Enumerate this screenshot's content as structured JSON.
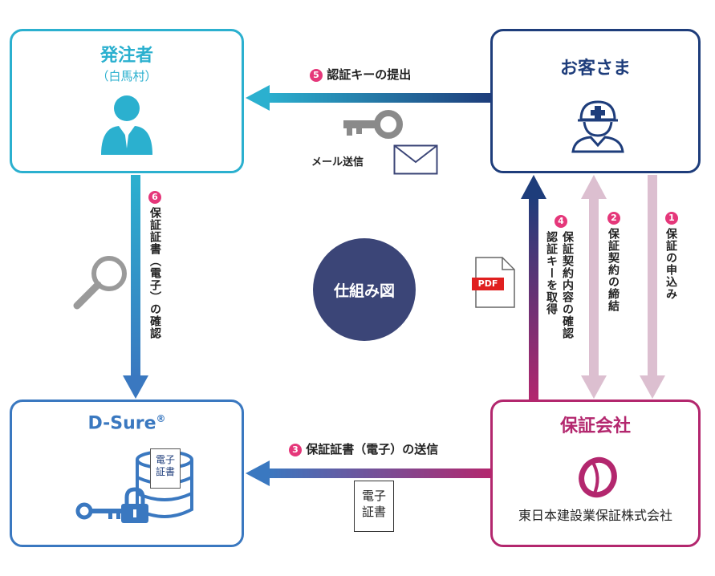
{
  "center": {
    "label": "仕組み図"
  },
  "boxes": {
    "hatchu": {
      "title": "発注者",
      "subtitle": "（白馬村）"
    },
    "kyaku": {
      "title": "お客さま"
    },
    "dsure": {
      "title": "D-Sure",
      "registered": "®",
      "doc_line1": "電子",
      "doc_line2": "証書"
    },
    "hosho": {
      "title": "保証会社",
      "company_name": "東日本建設業保証株式会社"
    }
  },
  "steps": {
    "s1": {
      "num": "1",
      "label": "保証の申込み"
    },
    "s2": {
      "num": "2",
      "label": "保証契約の締結"
    },
    "s3": {
      "num": "3",
      "label": "保証証書（電子）の送信"
    },
    "s4": {
      "num": "4",
      "label_col1": "保証契約内容の確認",
      "label_col2": "認証キーを取得"
    },
    "s5": {
      "num": "5",
      "label": "認証キーの提出"
    },
    "s6": {
      "num": "6",
      "label": "保証証書（電子）の確認"
    }
  },
  "annotations": {
    "mail": "メール送信",
    "pdf": "PDF",
    "doc_line1": "電子",
    "doc_line2": "証書"
  },
  "colors": {
    "hatchu": "#2bb0cf",
    "kyaku": "#1e3d7b",
    "dsure": "#3a78c0",
    "hosho": "#b3276e",
    "badge": "#e5377a",
    "center": "#3b4577",
    "light_arrow": "#dcbfd0"
  },
  "icons": [
    "person-icon",
    "worker-helmet-icon",
    "key-icon",
    "envelope-icon",
    "magnifier-icon",
    "pdf-file-icon",
    "database-icon",
    "padlock-icon",
    "company-logo-icon",
    "document-icon"
  ]
}
